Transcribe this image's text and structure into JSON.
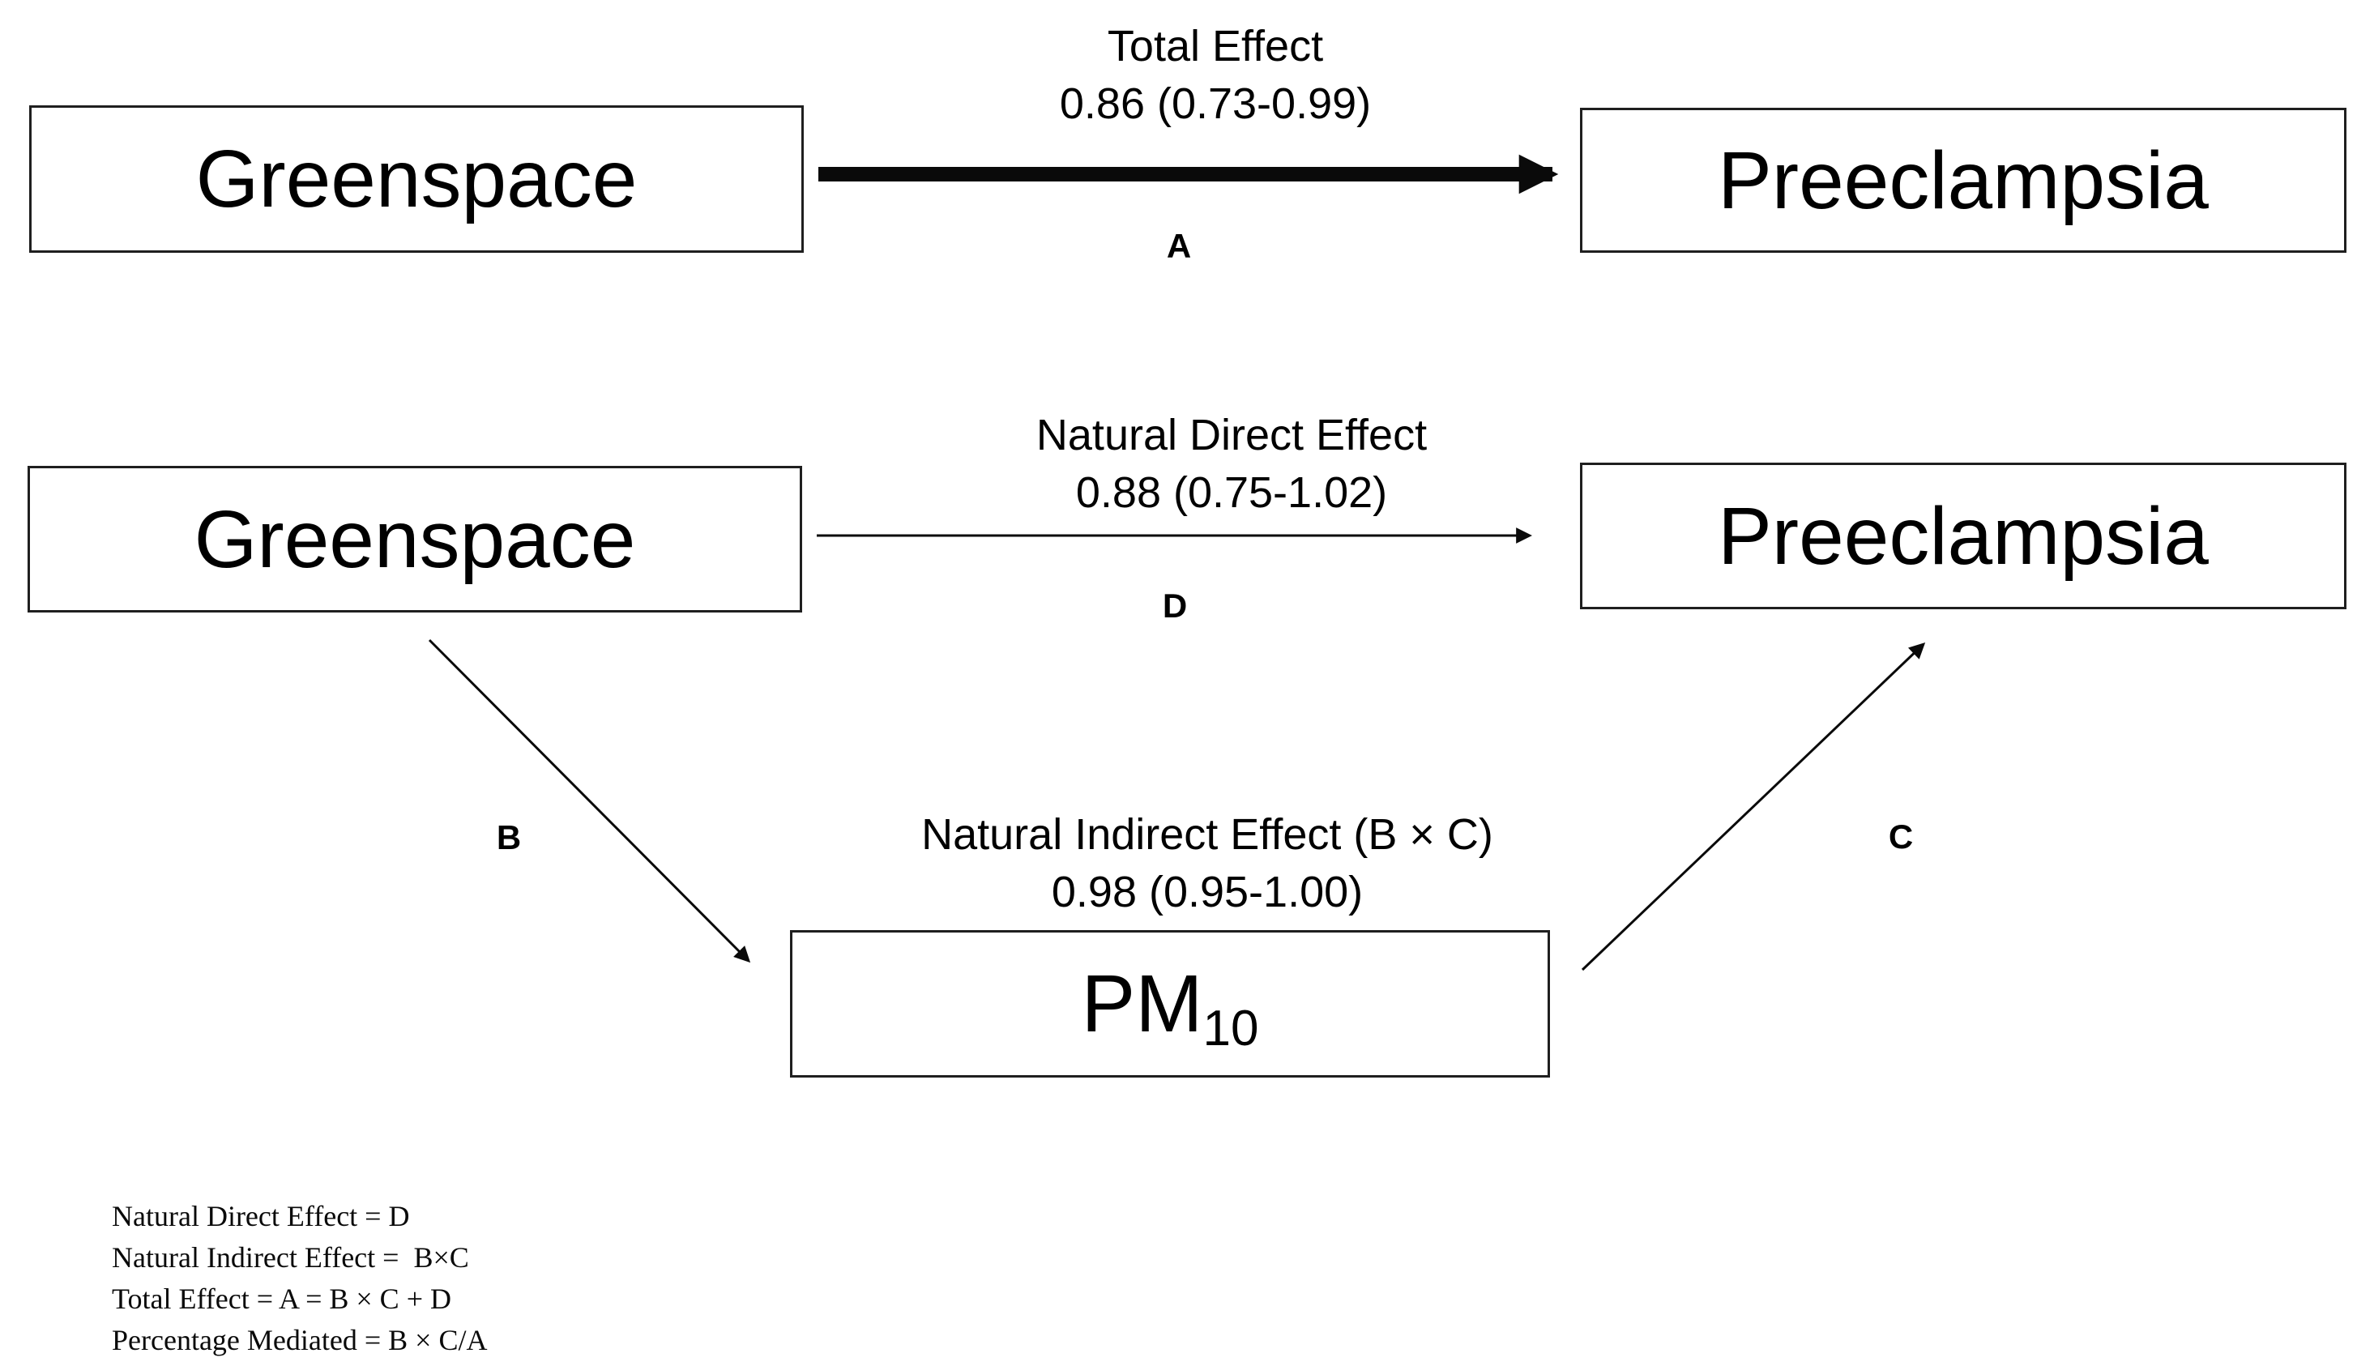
{
  "colors": {
    "background": "#ffffff",
    "ink": "#000000"
  },
  "boxes": {
    "exposure_total": "Greenspace",
    "outcome_total": "Preeclampsia",
    "exposure_direct": "Greenspace",
    "outcome_direct": "Preeclampsia",
    "mediator_base": "PM",
    "mediator_sub": "10"
  },
  "effects": {
    "total": {
      "title": "Total Effect",
      "estimate": "0.86 (0.73-0.99)",
      "path_label": "A"
    },
    "direct": {
      "title": "Natural Direct Effect",
      "estimate": "0.88 (0.75-1.02)",
      "path_label": "D"
    },
    "indirect": {
      "title": "Natural Indirect Effect (B × C)",
      "estimate": "0.98 (0.95-1.00)"
    }
  },
  "path_labels": {
    "b": "B",
    "c": "C"
  },
  "legend": {
    "lines": [
      "Natural Direct Effect = D",
      "Natural Indirect Effect =  B×C",
      "Total Effect = A = B × C + D",
      "Percentage Mediated = B × C/A"
    ]
  }
}
